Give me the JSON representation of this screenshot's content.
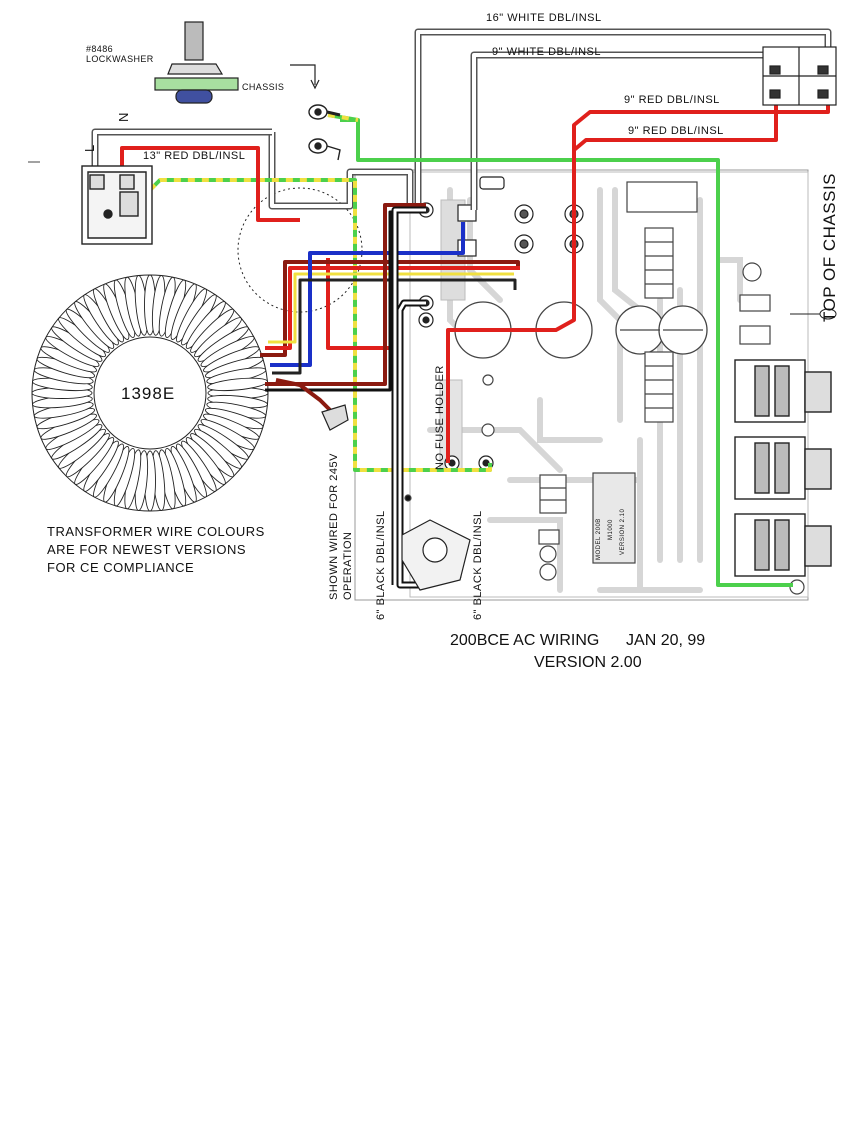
{
  "labels": {
    "white_16": "16\" WHITE DBL/INSL",
    "white_9": "9\" WHITE DBL/INSL",
    "red_9a": "9\" RED DBL/INSL",
    "red_9b": "9\" RED DBL/INSL",
    "red_13": "13\" RED DBL/INSL",
    "lockwasher_part": "#8486",
    "lockwasher": "LOCKWASHER",
    "chassis": "CHASSIS",
    "L": "L",
    "N": "N",
    "transformer": "1398E",
    "note_line1": "TRANSFORMER WIRE COLOURS",
    "note_line2": "ARE FOR NEWEST VERSIONS",
    "note_line3": "FOR CE COMPLIANCE",
    "shown_wired_1": "SHOWN WIRED FOR 245V",
    "shown_wired_2": "OPERATION",
    "black_6a": "6\" BLACK DBL/INSL",
    "black_6b": "6\" BLACK DBL/INSL",
    "no_fuse": "NO FUSE HOLDER",
    "top_of_chassis": "TOP OF CHASSIS",
    "title_line1": "200BCE AC WIRING      JAN 20, 99",
    "title_line2": "VERSION 2.00",
    "pcb_model": "MODEL 200B",
    "pcb_part": "M1000",
    "pcb_version": "VERSION 2.10"
  },
  "colors": {
    "red": "#e0201c",
    "darkred": "#8b1a10",
    "green": "#4cd04c",
    "yellow": "#f0e040",
    "blue": "#1a30c8",
    "black": "#111111",
    "white_wire": "#f4f4f4",
    "pcb_trace": "#d8d8d8"
  }
}
